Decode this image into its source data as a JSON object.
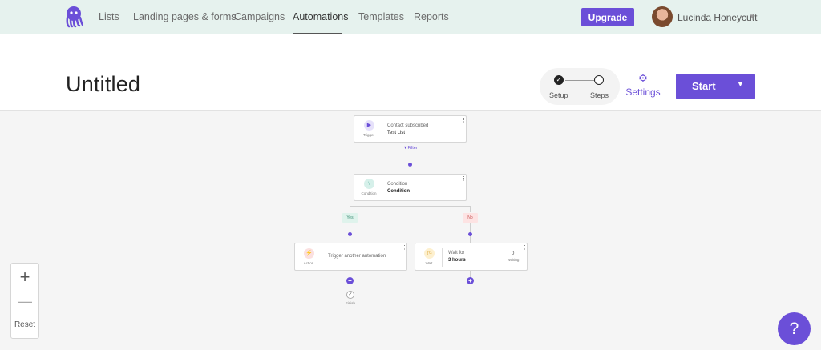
{
  "nav": {
    "logo_icon": "octopus-logo-icon",
    "links": [
      "Lists",
      "Landing pages & forms",
      "Campaigns",
      "Automations",
      "Templates",
      "Reports"
    ],
    "active": "Automations",
    "upgrade_label": "Upgrade",
    "user_name": "Lucinda Honeycutt",
    "user_menu_icon": "chevron-down-icon"
  },
  "header": {
    "title": "Untitled",
    "steps": [
      "Setup",
      "Steps"
    ],
    "settings_label": "Settings",
    "settings_icon": "gear-icon",
    "start_label": "Start",
    "start_caret_icon": "caret-down-icon"
  },
  "flow": {
    "trigger": {
      "kind": "Trigger",
      "line1": "Contact subscribed",
      "line2": "Test List",
      "icon": "play-icon"
    },
    "filter_label": "Filter",
    "condition": {
      "kind": "Condition",
      "line1": "Condition",
      "line2": "Condition",
      "icon": "condition-icon"
    },
    "branch_yes": "Yes",
    "branch_no": "No",
    "action": {
      "kind": "Action",
      "line1": "Trigger another automation",
      "icon": "lightning-icon"
    },
    "wait": {
      "kind": "Wait",
      "line1": "Wait for",
      "line2": "3 hours",
      "count": "0",
      "count_label": "Waiting",
      "icon": "clock-icon"
    },
    "finish_label": "Finish"
  },
  "zoom": {
    "in": "+",
    "out": "—",
    "reset": "Reset"
  },
  "help_label": "?",
  "colors": {
    "accent": "#6b4fd8",
    "nav_bg": "#e6f2ee",
    "canvas_bg": "#f5f5f5",
    "yes_bg": "#dff3ec",
    "no_bg": "#fde3e3"
  }
}
